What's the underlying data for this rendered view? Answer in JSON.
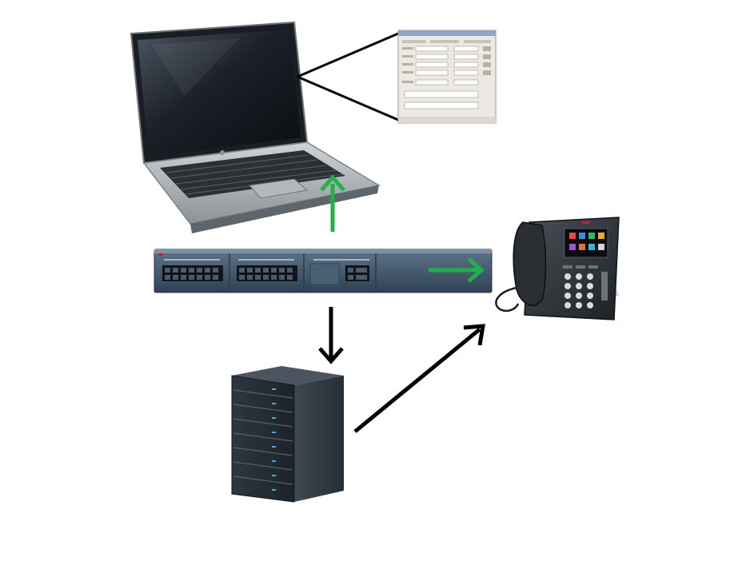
{
  "diagram": {
    "nodes": [
      {
        "id": "laptop",
        "icon": "laptop-icon"
      },
      {
        "id": "screen_callout",
        "icon": "software-window-icon"
      },
      {
        "id": "ip_office_unit",
        "icon": "ip-office-control-unit-icon"
      },
      {
        "id": "desk_phone",
        "icon": "ip-desk-phone-icon"
      },
      {
        "id": "server",
        "icon": "server-tower-icon"
      }
    ],
    "edges": [
      {
        "from": "ip_office_unit",
        "to": "laptop",
        "color": "#22b04b"
      },
      {
        "from": "ip_office_unit",
        "to": "desk_phone",
        "color": "#22b04b"
      },
      {
        "from": "ip_office_unit",
        "to": "server",
        "color": "#000000"
      },
      {
        "from": "server",
        "to": "desk_phone",
        "color": "#000000"
      }
    ],
    "colors": {
      "green_arrow": "#22b04b",
      "black_arrow": "#000000",
      "device_dark": "#2b3440",
      "unit_blue": "#3d5468",
      "brand_red": "#cc1f2b"
    }
  }
}
